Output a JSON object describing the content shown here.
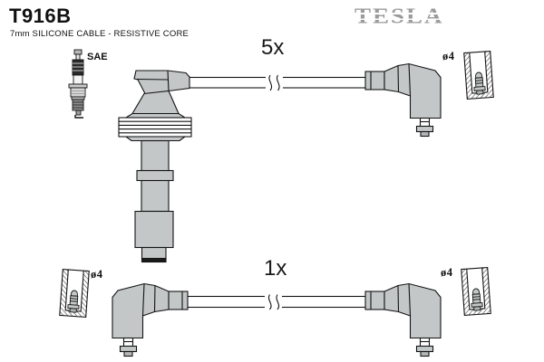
{
  "page": {
    "background": "#ffffff"
  },
  "header": {
    "part_number": "T916B",
    "description": "7mm SILICONE CABLE - RESISTIVE CORE",
    "brand": "TESLA"
  },
  "kit": {
    "top_set": {
      "quantity": "5x",
      "plug_terminal_standard": "SAE",
      "connector_diameter": "ø4"
    },
    "bottom_set": {
      "quantity": "1x",
      "connector_diameter_left": "ø4",
      "connector_diameter_right": "ø4"
    }
  },
  "icons": {
    "spark_plug": "spark-plug-icon",
    "coil_boot": "coil-boot-drawing",
    "angle_boot": "angle-boot-drawing",
    "terminal_sleeve": "terminal-sleeve-section-drawing",
    "cable_break": "cable-length-break-marks"
  },
  "colors": {
    "drawing_fill": "#c3c7c7",
    "outline": "#141414",
    "brand_gray": "#9b9b9b",
    "rib_fill": "#ffffff"
  }
}
